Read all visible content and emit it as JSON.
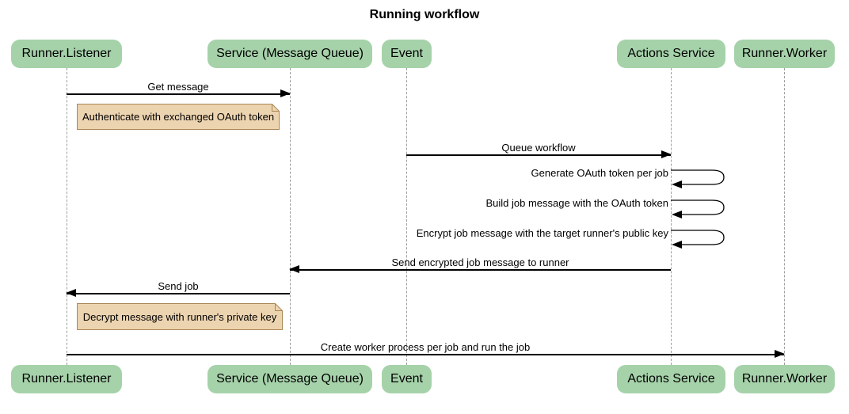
{
  "title": "Running workflow",
  "actors": [
    {
      "id": "runner-listener",
      "label": "Runner.Listener"
    },
    {
      "id": "service-message-queue",
      "label": "Service (Message Queue)"
    },
    {
      "id": "event",
      "label": "Event"
    },
    {
      "id": "actions-service",
      "label": "Actions Service"
    },
    {
      "id": "runner-worker",
      "label": "Runner.Worker"
    }
  ],
  "messages": [
    {
      "label": "Get message",
      "from": "Runner.Listener",
      "to": "Service (Message Queue)",
      "type": "solid-arrow"
    },
    {
      "label": "Queue workflow",
      "from": "Event",
      "to": "Actions Service",
      "type": "solid-arrow"
    },
    {
      "label": "Generate OAuth token per job",
      "from": "Actions Service",
      "to": "Actions Service",
      "type": "self-loop"
    },
    {
      "label": "Build job message with the OAuth token",
      "from": "Actions Service",
      "to": "Actions Service",
      "type": "self-loop"
    },
    {
      "label": "Encrypt job message with the target runner's public key",
      "from": "Actions Service",
      "to": "Actions Service",
      "type": "self-loop"
    },
    {
      "label": "Send encrypted job message to runner",
      "from": "Actions Service",
      "to": "Service (Message Queue)",
      "type": "solid-arrow"
    },
    {
      "label": "Send job",
      "from": "Service (Message Queue)",
      "to": "Runner.Listener",
      "type": "solid-arrow"
    },
    {
      "label": "Create worker process per job and run the job",
      "from": "Runner.Listener",
      "to": "Runner.Worker",
      "type": "solid-arrow"
    }
  ],
  "notes": [
    {
      "label": "Authenticate with exchanged OAuth token",
      "over": "Runner.Listener"
    },
    {
      "label": "Decrypt message with runner's private key",
      "over": "Runner.Listener"
    }
  ],
  "colors": {
    "actor_fill": "#a6d2aa",
    "note_fill": "#edd4b0",
    "note_border": "#aa8756",
    "lifeline": "#9e9e9e",
    "arrow": "#000000",
    "background": "#ffffff"
  }
}
